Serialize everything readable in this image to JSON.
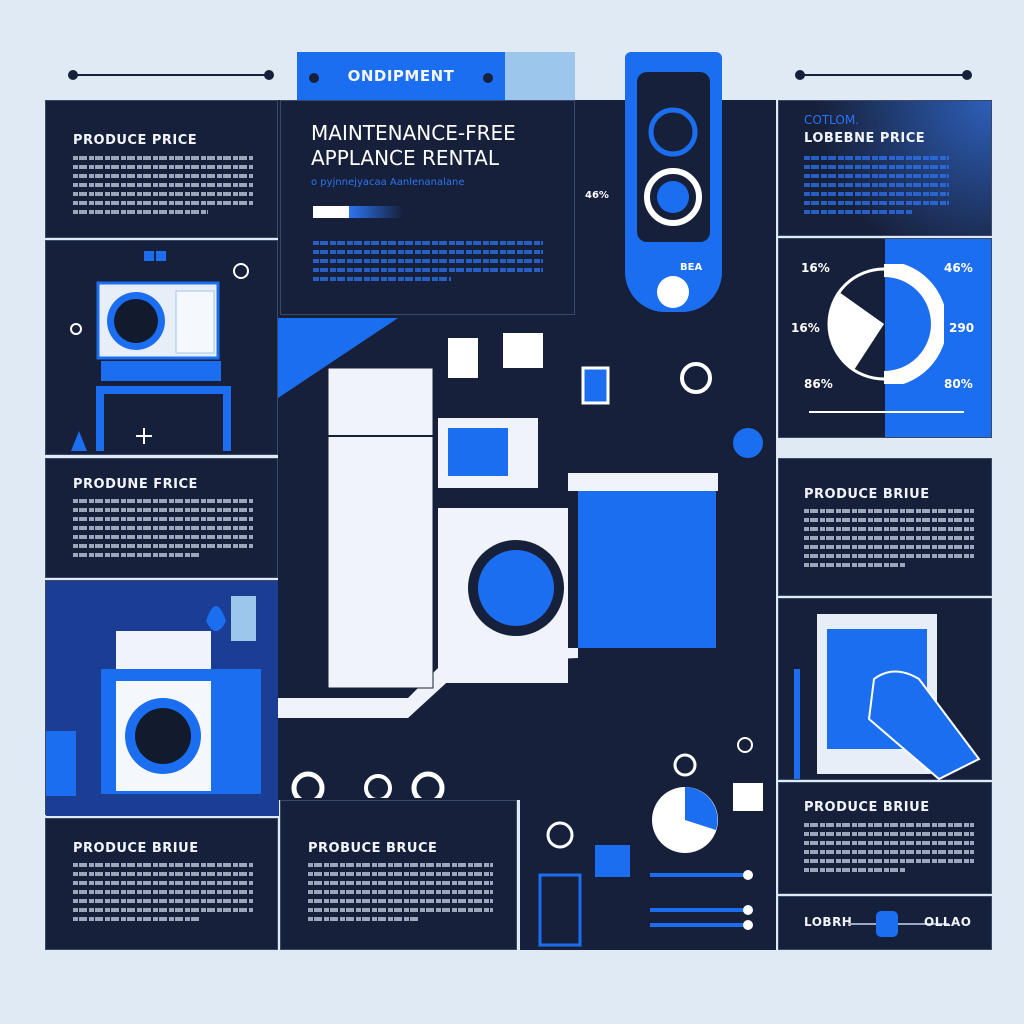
{
  "header": {
    "tab_label": "ONDIPMENT"
  },
  "hero": {
    "title_line1": "MAINTENANCE-FREE",
    "title_line2": "APPLANCE RENTAL",
    "subtitle": "o pyjnnejyacaa Aanlenanalane",
    "phone_pct": "46%",
    "phone_badge": "BEA"
  },
  "left": {
    "panel1_title": "PRODUCE PRICE",
    "panel2_title": "PRODUNE FRICE",
    "panel3_title": "PRODUCE BRIUE"
  },
  "center": {
    "bottom_title": "PROBUCE BRUCE"
  },
  "right": {
    "panel1_kicker": "COTLOM.",
    "panel1_title": "LOBEBNE PRICE",
    "pie_labels": {
      "top_left": "16%",
      "mid_left": "16%",
      "bottom_left": "86%",
      "top_right": "46%",
      "mid_right": "290",
      "bottom_right": "80%"
    },
    "panel3_title": "PRODUCE BRIUE",
    "panel5_title": "PRODUCE BRIUE",
    "footer_left": "LOBRH",
    "footer_right": "OLLAO"
  },
  "colors": {
    "background": "#dfeaf4",
    "panel": "#17203a",
    "accent": "#1a5fe0",
    "light_accent": "#9cc6ec"
  }
}
